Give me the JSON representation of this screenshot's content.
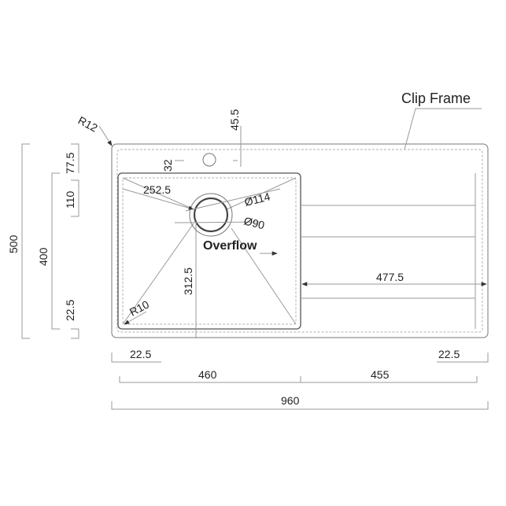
{
  "labels": {
    "clip_frame": "Clip Frame",
    "overflow": "Overflow",
    "corner_radius_outer": "R12",
    "corner_radius_bowl": "R10",
    "outer_diameter": "Ø114",
    "inner_diameter": "Ø90"
  },
  "dimensions": {
    "overall_depth": "500",
    "bowl_depth": "400",
    "top_margin": "77.5",
    "bowl_top_offset": "110",
    "bottom_margin": "22.5",
    "tap_hole_height": "45.5",
    "tap_hole_offset": "32",
    "drain_x": "252.5",
    "drain_y": "312.5",
    "drainer_width": "477.5",
    "left_margin": "22.5",
    "right_margin": "22.5",
    "bowl_width": "460",
    "drainer_section": "455",
    "overall_width": "960"
  },
  "colors": {
    "line": "#777777",
    "text": "#222222"
  }
}
